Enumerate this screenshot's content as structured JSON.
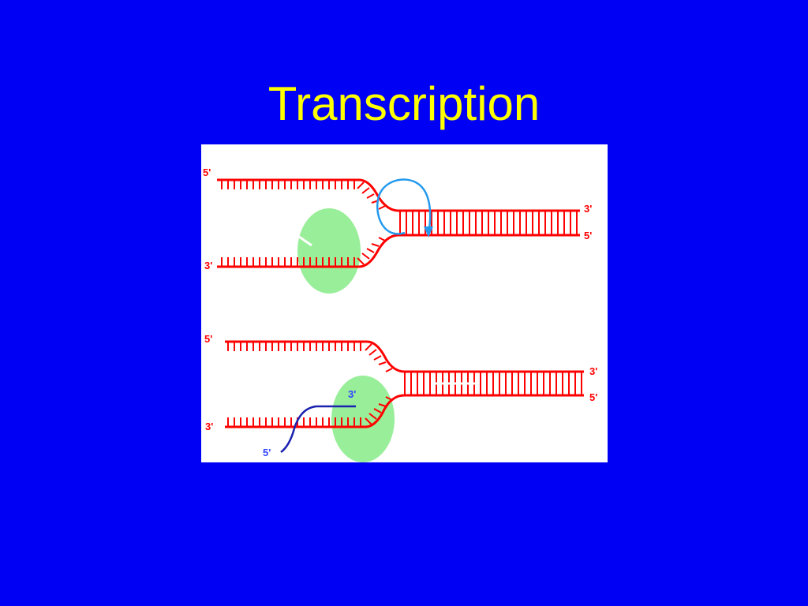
{
  "slide": {
    "title": "Transcription"
  },
  "colors": {
    "background": "#0000f5",
    "title": "#ffff00",
    "dna": "#ff0000",
    "rna": "#1a22b0",
    "enzyme": "#99ee99",
    "rotation_arrow": "#2299ee",
    "rna_label": "#3344ff"
  },
  "diagram": {
    "top": {
      "label_top_left": "5'",
      "label_bottom_left": "3'",
      "label_top_right": "3'",
      "label_bottom_right": "5'"
    },
    "bottom": {
      "label_top_left": "5'",
      "label_bottom_left": "3'",
      "label_top_right": "3'",
      "label_bottom_right": "5'",
      "rna_label_3": "3'",
      "rna_label_5": "5'"
    }
  }
}
